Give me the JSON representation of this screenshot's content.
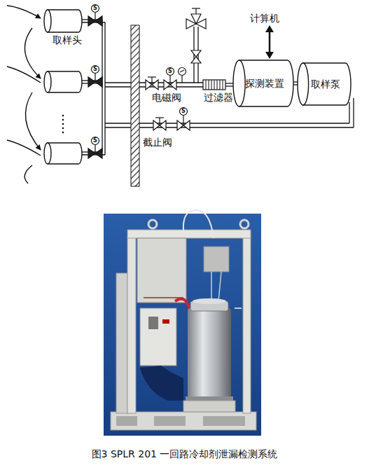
{
  "diagram": {
    "caption": "图3 SPLR 201 一回路冷却剂泄漏检测系统",
    "nodes": [
      {
        "text": [
          "取样头"
        ]
      },
      {
        "text": [
          "过滤器"
        ]
      },
      {
        "text": [
          "探测装置"
        ]
      },
      {
        "text": [
          "取样泵"
        ]
      }
    ],
    "edges": [
      {
        "from": 1,
        "to": 2,
        "arrow": "none"
      },
      {
        "from": 2,
        "to": 3,
        "arrow": "none"
      }
    ],
    "labels": [
      "电磁阀",
      "截止阀",
      "计算机",
      "S",
      "S",
      "S",
      "S",
      "S"
    ]
  }
}
